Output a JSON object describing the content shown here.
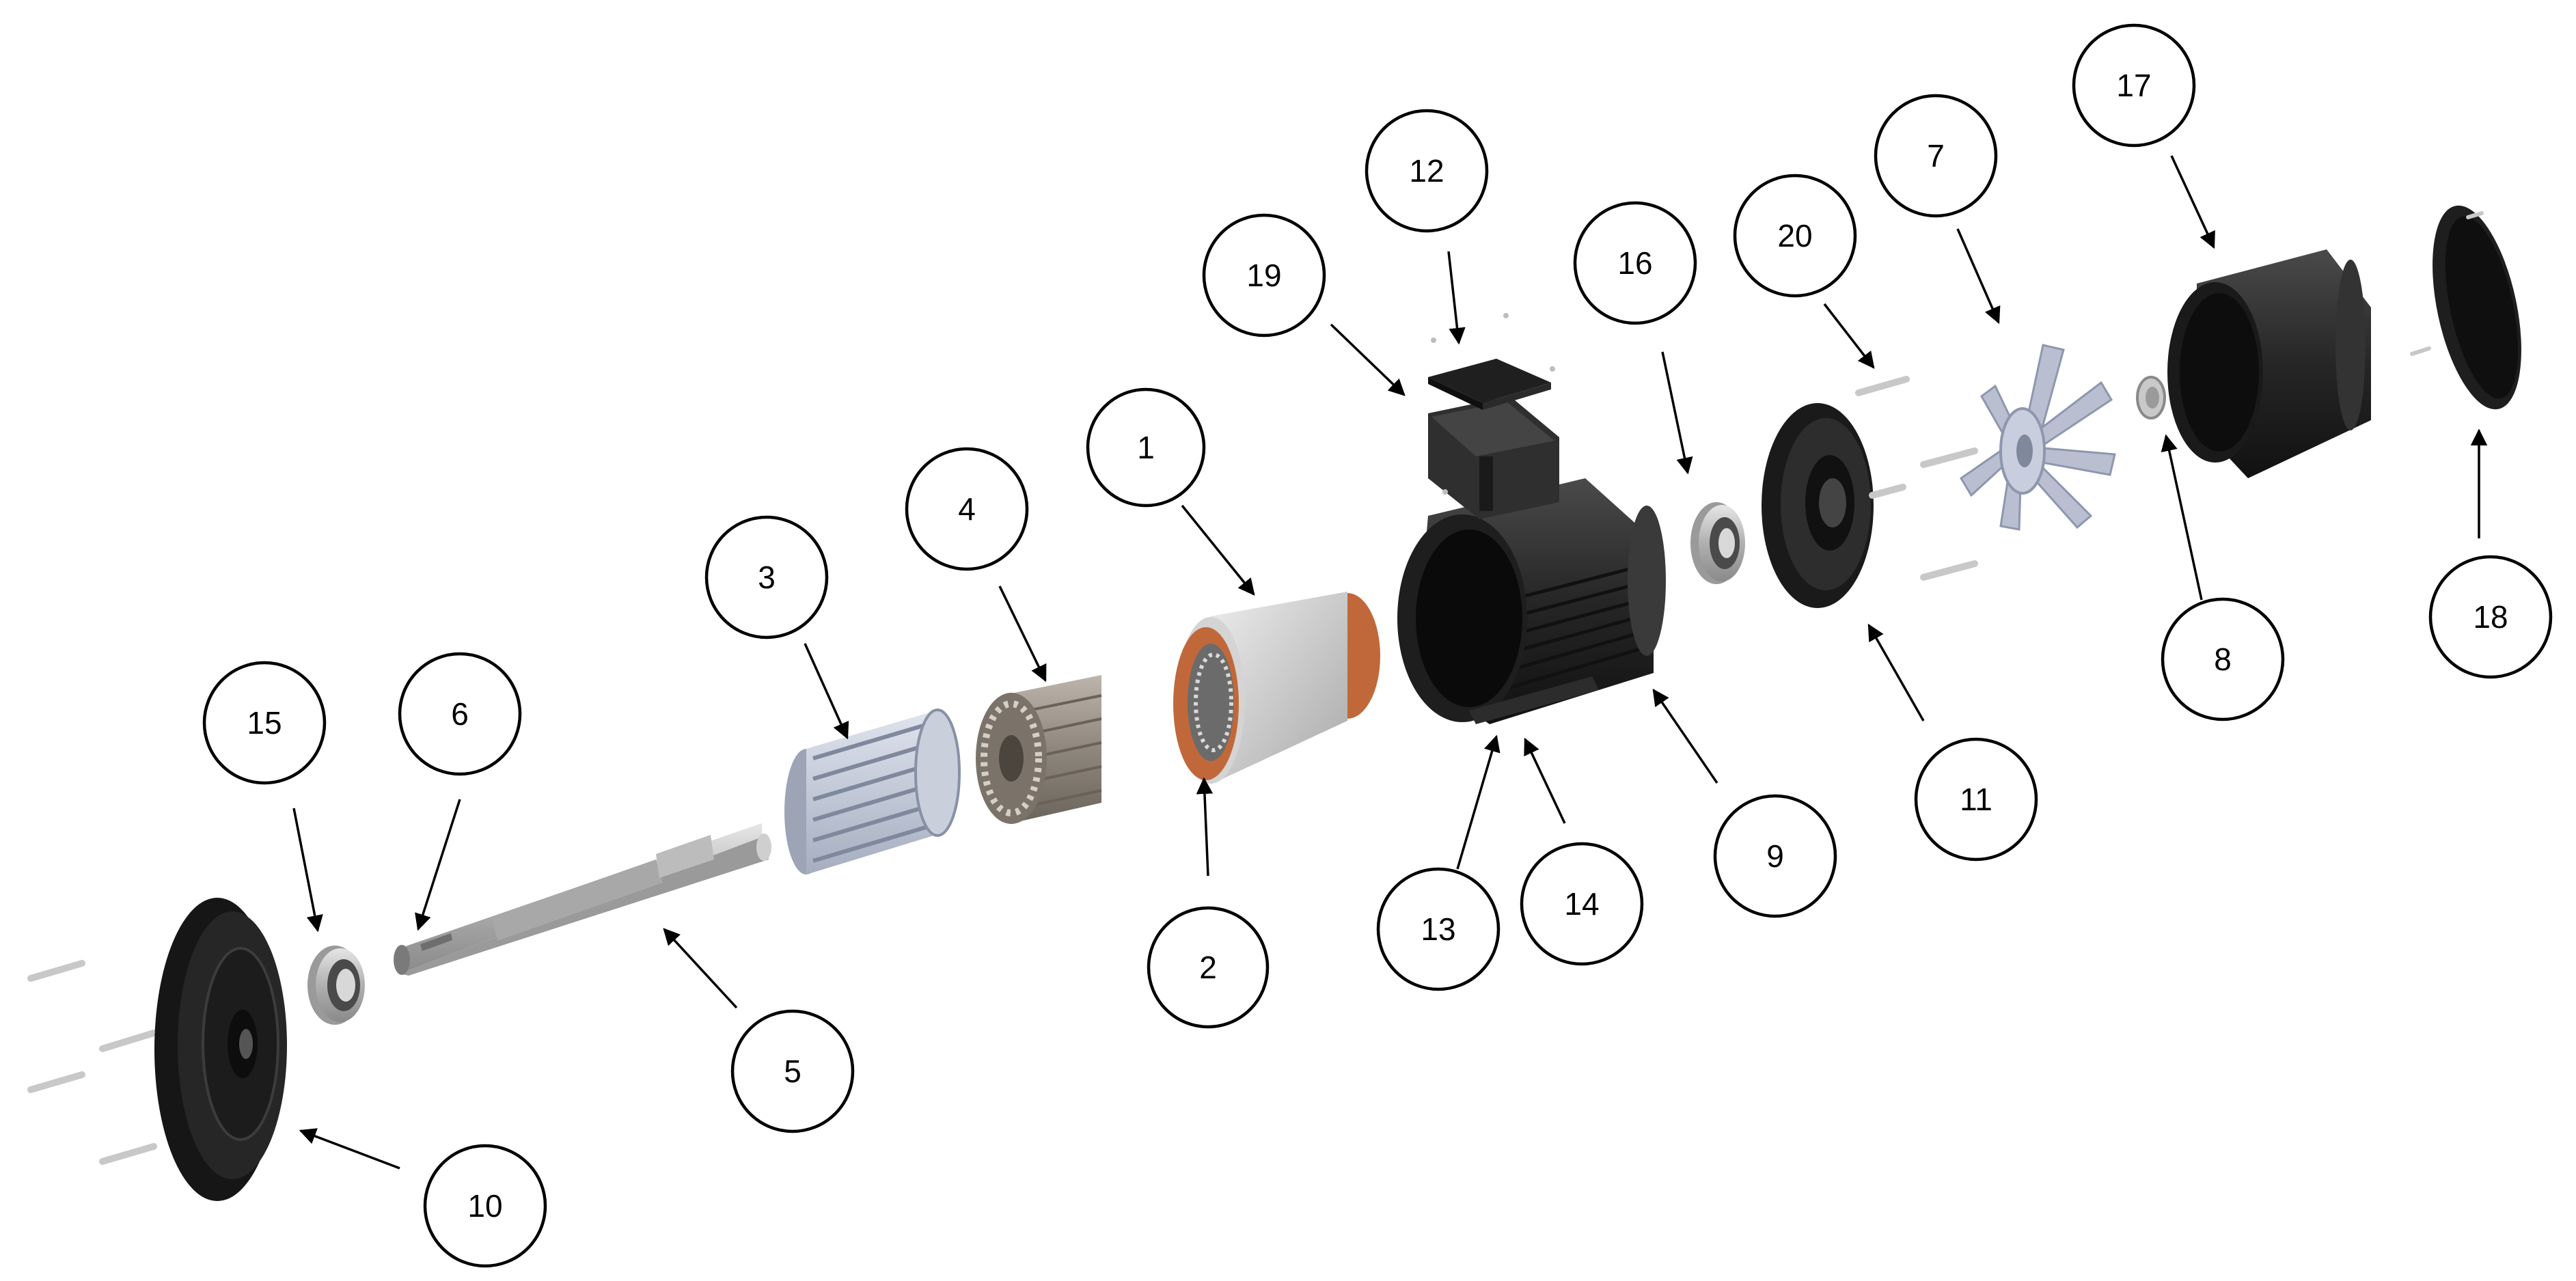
{
  "diagram": {
    "callouts": [
      {
        "id": "c1",
        "label": "1"
      },
      {
        "id": "c2",
        "label": "2"
      },
      {
        "id": "c3",
        "label": "3"
      },
      {
        "id": "c4",
        "label": "4"
      },
      {
        "id": "c5",
        "label": "5"
      },
      {
        "id": "c6",
        "label": "6"
      },
      {
        "id": "c7",
        "label": "7"
      },
      {
        "id": "c8",
        "label": "8"
      },
      {
        "id": "c9",
        "label": "9"
      },
      {
        "id": "c10",
        "label": "10"
      },
      {
        "id": "c11",
        "label": "11"
      },
      {
        "id": "c12",
        "label": "12"
      },
      {
        "id": "c13",
        "label": "13"
      },
      {
        "id": "c14",
        "label": "14"
      },
      {
        "id": "c15",
        "label": "15"
      },
      {
        "id": "c16",
        "label": "16"
      },
      {
        "id": "c17",
        "label": "17"
      },
      {
        "id": "c18",
        "label": "18"
      },
      {
        "id": "c19",
        "label": "19"
      },
      {
        "id": "c20",
        "label": "20"
      }
    ],
    "colors": {
      "housing": "#2a2a2a",
      "steel": "#b8b8b8",
      "copper_winding": "#c1683a",
      "fan": "#b9bfd1",
      "outline": "#000000"
    }
  }
}
